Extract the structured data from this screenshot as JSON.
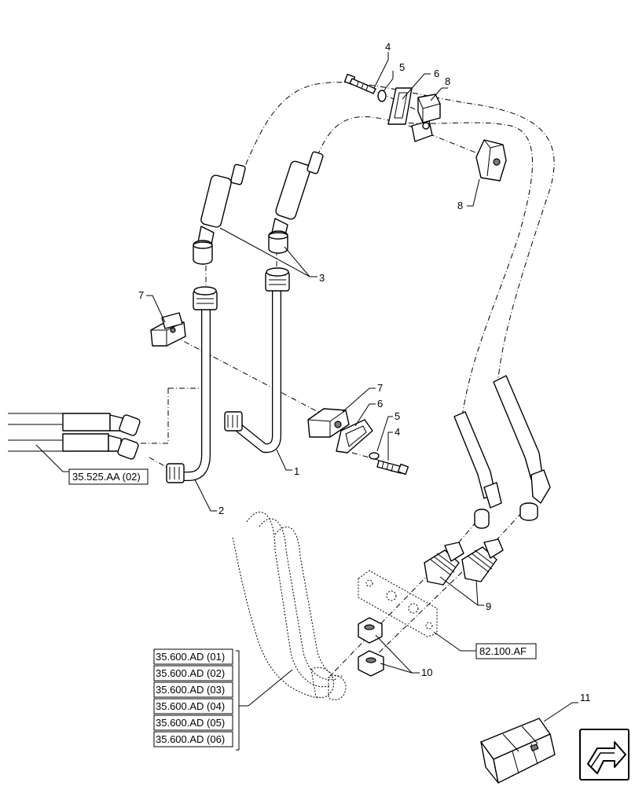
{
  "callouts": {
    "c1": "1",
    "c2": "2",
    "c3": "3",
    "c4a": "4",
    "c5a": "5",
    "c6a": "6",
    "c8a": "8",
    "c8b": "8",
    "c7a": "7",
    "c7b": "7",
    "c6b": "6",
    "c5b": "5",
    "c4b": "4",
    "c9": "9",
    "c10": "10",
    "c11": "11"
  },
  "references": {
    "left_ref": "35.525.AA (02)",
    "right_ref": "82.100.AF",
    "group": [
      "35.600.AD (01)",
      "35.600.AD (02)",
      "35.600.AD (03)",
      "35.600.AD (04)",
      "35.600.AD (05)",
      "35.600.AD (06)"
    ]
  },
  "icons": {
    "kit_box": "kit-box-icon",
    "navigation": "next-page-arrow-icon"
  }
}
